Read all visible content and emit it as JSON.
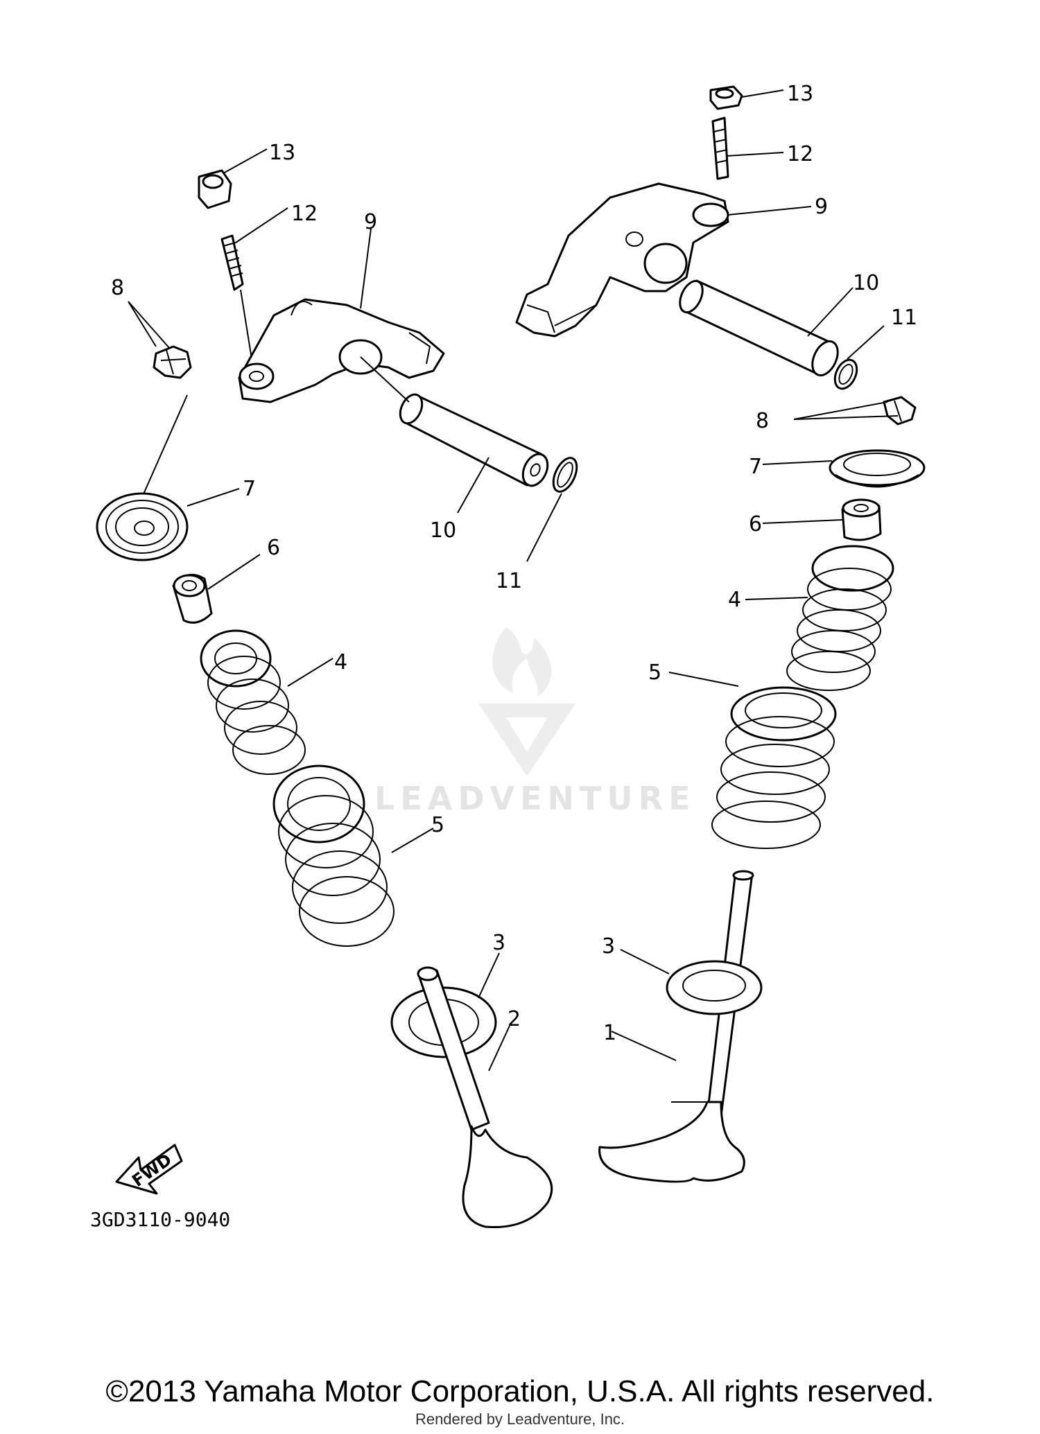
{
  "copyright": "©2013 Yamaha Motor Corporation, U.S.A. All rights reserved.",
  "rendered_by": "Rendered by Leadventure, Inc.",
  "part_code": "3GD3110-9040",
  "fwd_label": "FWD",
  "watermark": {
    "text": "LEADVENTURE",
    "color": "#e4e4e4"
  },
  "callouts": {
    "c1": "1",
    "c2": "2",
    "c3a": "3",
    "c3b": "3",
    "c4a": "4",
    "c4b": "4",
    "c5a": "5",
    "c5b": "5",
    "c6a": "6",
    "c6b": "6",
    "c7a": "7",
    "c7b": "7",
    "c8a": "8",
    "c8b": "8",
    "c9a": "9",
    "c9b": "9",
    "c10a": "10",
    "c10b": "10",
    "c11a": "11",
    "c11b": "11",
    "c12a": "12",
    "c12b": "12",
    "c13a": "13",
    "c13b": "13"
  }
}
